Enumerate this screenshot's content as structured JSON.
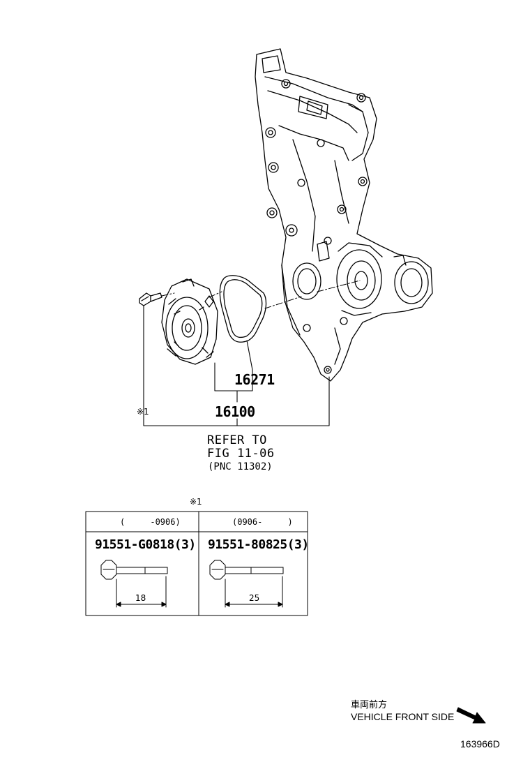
{
  "callouts": {
    "gasket": "16271",
    "water_pump": "16100",
    "bolt_ref": "※1"
  },
  "reference": {
    "line1": "REFER TO",
    "line2": "FIG 11-06",
    "line3": "(PNC 11302)"
  },
  "bolt_table": {
    "ref_mark": "※1",
    "columns": [
      {
        "date_range": "(     -0906)",
        "part": "91551-G0818(3)",
        "length": "18"
      },
      {
        "date_range": "(0906-     )",
        "part": "91551-80825(3)",
        "length": "25"
      }
    ]
  },
  "front_indicator": {
    "japanese": "車両前方",
    "english": "VEHICLE FRONT SIDE",
    "arrow_icon": "arrow-down-right-icon"
  },
  "illustration_code": "163966D"
}
